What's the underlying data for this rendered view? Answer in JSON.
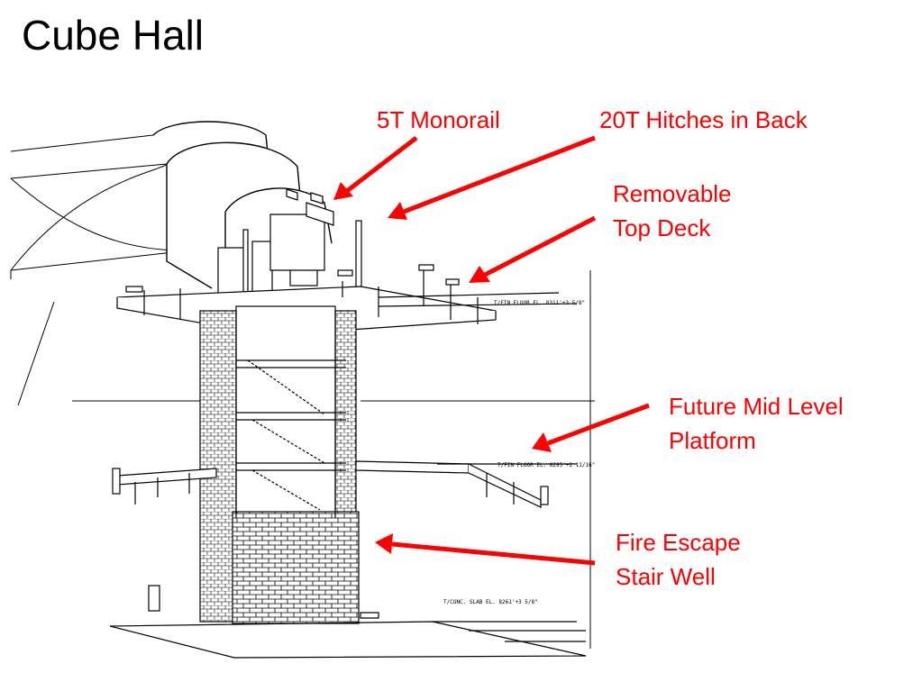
{
  "title": "Cube Hall",
  "labels": {
    "monorail": "5T Monorail",
    "hitches": "20T Hitches in Back",
    "top_deck": [
      "Removable",
      "Top Deck"
    ],
    "mid_level": [
      "Future Mid Level",
      "Platform"
    ],
    "stair_well": [
      "Fire Escape",
      "Stair Well"
    ]
  },
  "drawing_notes": {
    "upper_floor": "T/FIN FLOOR EL. 8311'+3 5/8\"",
    "mid_floor": "T/FIN FLOOR EL. 8295'+2 11/16\"",
    "slab": "T/CONC. SLAB EL. 8261'+3 5/8\""
  },
  "colors": {
    "arrow": "#ff0000",
    "label": "#ff0000",
    "line": "#000000"
  }
}
